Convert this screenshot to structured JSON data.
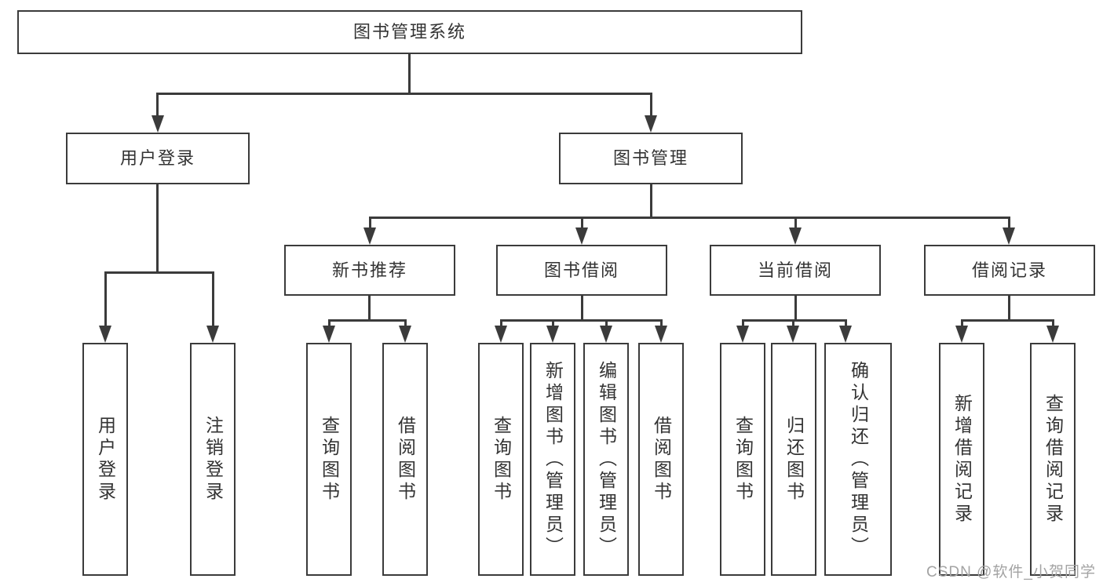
{
  "diagram": {
    "type": "hierarchy-tree",
    "watermark": "CSDN @软件_小贺同学",
    "colors": {
      "line": "#3b3b3b",
      "text": "#333333",
      "watermark": "#a3a3a3",
      "background": "#ffffff"
    },
    "tree": {
      "label": "图书管理系统",
      "children": [
        {
          "label": "用户登录",
          "children": [
            {
              "label": "用户登录"
            },
            {
              "label": "注销登录"
            }
          ]
        },
        {
          "label": "图书管理",
          "children": [
            {
              "label": "新书推荐",
              "children": [
                {
                  "label": "查询图书"
                },
                {
                  "label": "借阅图书"
                }
              ]
            },
            {
              "label": "图书借阅",
              "children": [
                {
                  "label": "查询图书"
                },
                {
                  "label": "新增图书（管理员）"
                },
                {
                  "label": "编辑图书（管理员）"
                },
                {
                  "label": "借阅图书"
                }
              ]
            },
            {
              "label": "当前借阅",
              "children": [
                {
                  "label": "查询图书"
                },
                {
                  "label": "归还图书"
                },
                {
                  "label": "确认归还（管理员）"
                }
              ]
            },
            {
              "label": "借阅记录",
              "children": [
                {
                  "label": "新增借阅记录"
                },
                {
                  "label": "查询借阅记录"
                }
              ]
            }
          ]
        }
      ]
    }
  }
}
